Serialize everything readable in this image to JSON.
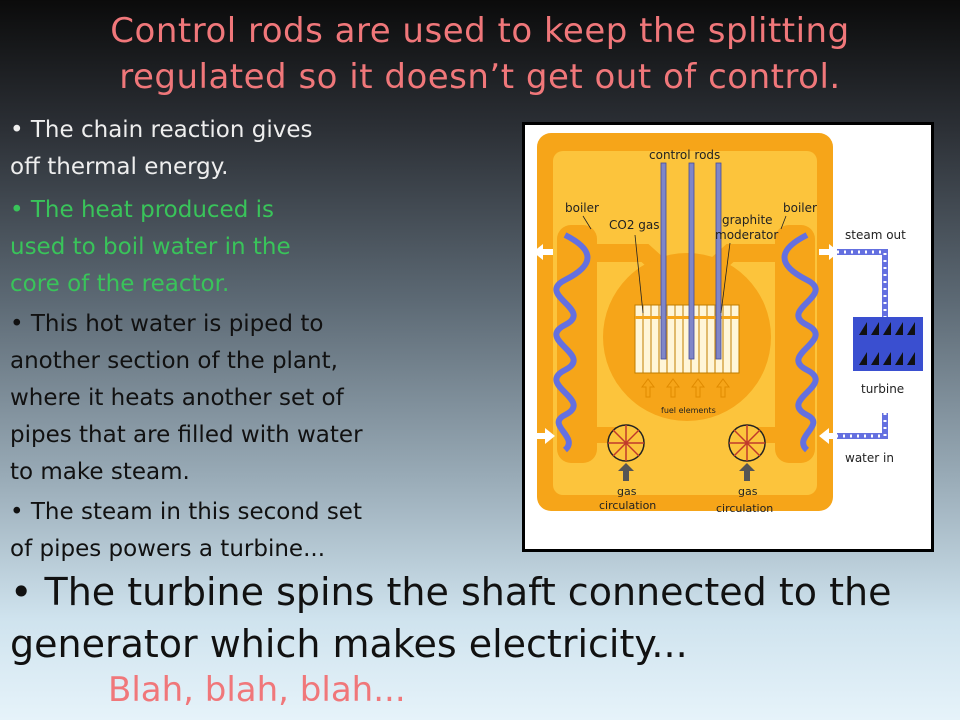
{
  "slide": {
    "title_line1": "Control rods are used to keep the splitting",
    "title_line2": "regulated so it doesn’t get out of control.",
    "bullets": [
      {
        "line1": "• The chain reaction gives",
        "line2": "off thermal energy."
      },
      {
        "line1": "• The heat produced is",
        "line2": "used to boil water in the",
        "line3": "core of the reactor."
      },
      {
        "line1": "• This hot water is piped to",
        "line2": "another section of the plant,",
        "line3": "where it heats another set of",
        "line4": "pipes that are filled with  water",
        "line5": "to make steam."
      },
      {
        "line1": "• The steam in this second set",
        "line2": "of pipes powers a turbine..."
      }
    ],
    "big_bullet_line1": "• The turbine spins the shaft connected to the",
    "big_bullet_line2": "generator which makes electricity...",
    "closing": "Blah, blah, blah..."
  },
  "diagram": {
    "labels": {
      "control_rods": "control rods",
      "boiler_left": "boiler",
      "boiler_right": "boiler",
      "co2_gas": "CO2 gas",
      "graphite_line1": "graphite",
      "graphite_line2": "moderator",
      "steam_out": "steam out",
      "turbine": "turbine",
      "water_in": "water in",
      "fuel_elements": "fuel elements",
      "gas_left": "gas",
      "circulation_left": "circulation",
      "gas_right": "gas",
      "circulation_right": "circulation"
    },
    "colors": {
      "reactor_orange": "#f6a519",
      "reactor_light": "#fcc43c",
      "pipe_blue": "#6470e0",
      "turbine_blue": "#3a4fd0",
      "arrow_gray": "#555555"
    }
  }
}
